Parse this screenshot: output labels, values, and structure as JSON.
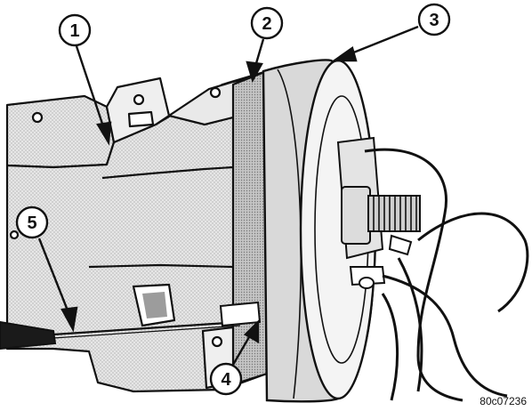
{
  "figure": {
    "code": "80c07236",
    "callouts": [
      {
        "label": "1",
        "part": "compressor-housing"
      },
      {
        "label": "2",
        "part": "clutch-field-coil-gap"
      },
      {
        "label": "3",
        "part": "clutch-plate"
      },
      {
        "label": "4",
        "part": "feeler-gauge-contact"
      },
      {
        "label": "5",
        "part": "feeler-gauge"
      }
    ],
    "colors": {
      "ink": "#111111",
      "paper": "#ffffff",
      "shade": "#bdbdbd",
      "shade_light": "#d6d6d6"
    }
  }
}
